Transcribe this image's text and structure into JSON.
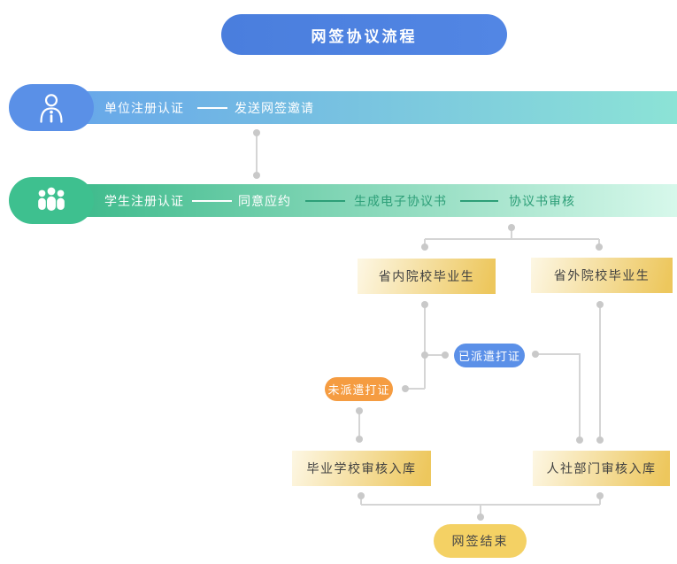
{
  "title": "网签协议流程",
  "unit_flow": {
    "icon": "person-icon",
    "steps": [
      "单位注册认证",
      "发送网签邀请"
    ]
  },
  "student_flow": {
    "icon": "people-icon",
    "steps": [
      "学生注册认证",
      "同意应约",
      "生成电子协议书",
      "协议书审核"
    ]
  },
  "graduate_branches": {
    "in_province": "省内院校毕业生",
    "out_province": "省外院校毕业生"
  },
  "dispatch_status": {
    "dispatched": "已派遣打证",
    "not_dispatched": "未派遣打证"
  },
  "review_nodes": {
    "school": "毕业学校审核入库",
    "hr_dept": "人社部门审核入库"
  },
  "end_node": "网签结束",
  "colors": {
    "title_blue": "#4C81E0",
    "unit_blob_blue": "#5A90E7",
    "unit_bar_gradient": [
      "#66A5EA",
      "#8CE3D6"
    ],
    "student_blob_green": "#3EC08F",
    "student_bar_gradient": [
      "#38B888",
      "#D7F8EB"
    ],
    "student_step_green_text": "#2D9F78",
    "box_gradient": [
      "#FDF7E4",
      "#EDC75D"
    ],
    "box_text": "#404040",
    "dispatched_pill_blue": "#5B90E8",
    "not_dispatched_pill_orange": "#F59C41",
    "end_pill_yellow": "#F4D164",
    "connector_line": "#D5D5D5",
    "connector_dot": "#C9C9C9"
  }
}
